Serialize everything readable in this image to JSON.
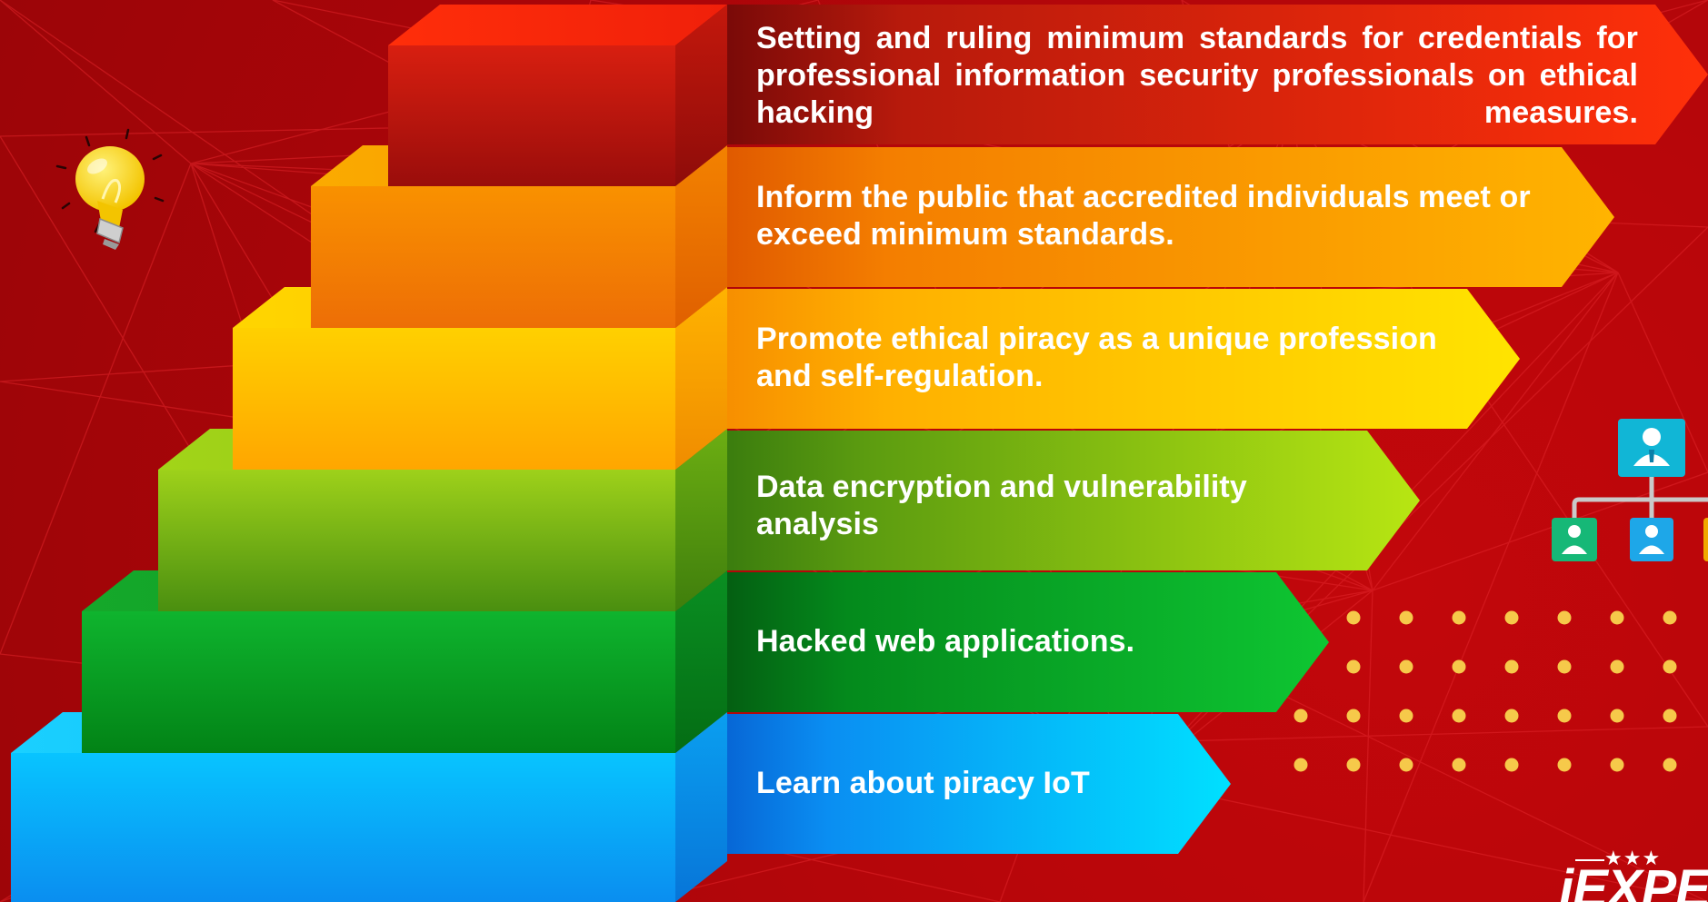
{
  "colors": {
    "background": "#b0060a",
    "text": "#ffffff",
    "dots": "#f6c94a"
  },
  "steps": [
    {
      "text": "Setting and ruling minimum standards for credentials for professional information security professionals on ethical hacking measures.",
      "color": "#e52a0c"
    },
    {
      "text": "Inform the public that accredited individuals meet or exceed minimum standards.",
      "color": "#f59600"
    },
    {
      "text": "Promote ethical piracy as a unique profession and self-regulation.",
      "color": "#ffcf00"
    },
    {
      "text": "Data encryption and vulnerability analysis",
      "color": "#86c010"
    },
    {
      "text": "Hacked web applications.",
      "color": "#0aa62a"
    },
    {
      "text": "Learn about piracy IoT",
      "color": "#00aef0"
    }
  ],
  "icons": {
    "bulb": "lightbulb-icon",
    "org": "org-chart-icon"
  },
  "logo": {
    "stars": "★★★",
    "text": "iEXPE"
  }
}
